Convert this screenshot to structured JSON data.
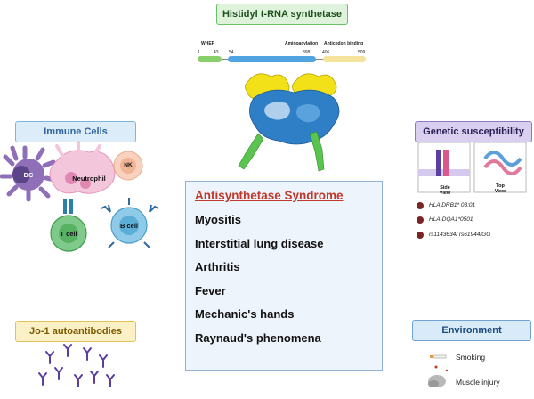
{
  "trna": {
    "title": "Histidyl t-RNA synthetase",
    "domains": {
      "whep": "WHEP",
      "aminoacylation": "Aminoacylation",
      "anticodon": "Anticodon binding"
    },
    "positions": [
      "1",
      "43",
      "54",
      "398",
      "406",
      "509"
    ]
  },
  "immune": {
    "title": "Immune Cells",
    "cells": {
      "dc": "DC",
      "neutrophil": "Neutrophil",
      "nk": "NK",
      "tcell": "T cell",
      "bcell": "B cell"
    }
  },
  "genetic": {
    "title": "Genetic susceptibility",
    "side_view": "Side\nView",
    "top_view": "Top\nView",
    "alleles": [
      "HLA DRB1* 03:01",
      "HLA-DQA1*0501",
      "rs1143634/ rs61944/GG"
    ]
  },
  "center": {
    "title": "Antisynthetase Syndrome",
    "items": [
      "Myositis",
      "Interstitial lung disease",
      "Arthritis",
      "Fever",
      "Mechanic's hands",
      "Raynaud's phenomena"
    ]
  },
  "jo1": {
    "title": "Jo-1 autoantibodies"
  },
  "environment": {
    "title": "Environment",
    "factors": [
      "Smoking",
      "Muscle injury"
    ]
  },
  "colors": {
    "whep": "#8ad06a",
    "aminoacylation": "#4fa3e0",
    "anticodon": "#f3e39b",
    "center_title": "#c0392b",
    "allele_dot": "#7a2424"
  }
}
